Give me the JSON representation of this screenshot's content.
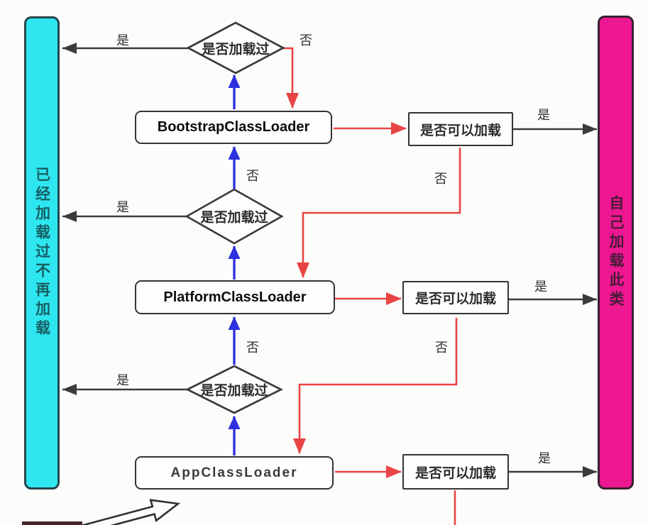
{
  "diagram": {
    "left_bar": {
      "text": "已经加载过不再加载"
    },
    "right_bar": {
      "text": "自己加载此类"
    },
    "loaders": [
      "BootstrapClassLoader",
      "PlatformClassLoader",
      "AppClassLoader"
    ],
    "decision_diamond": "是否加载过",
    "decision_box": "是否可以加载",
    "labels": {
      "yes": "是",
      "no": "否"
    },
    "colors": {
      "red_arrow": "#e84444",
      "blue_arrow": "#2e31dd",
      "black_line": "#3b3b3b",
      "cyan_fill": "#2ee6ef",
      "magenta_fill": "#ee1792"
    }
  }
}
